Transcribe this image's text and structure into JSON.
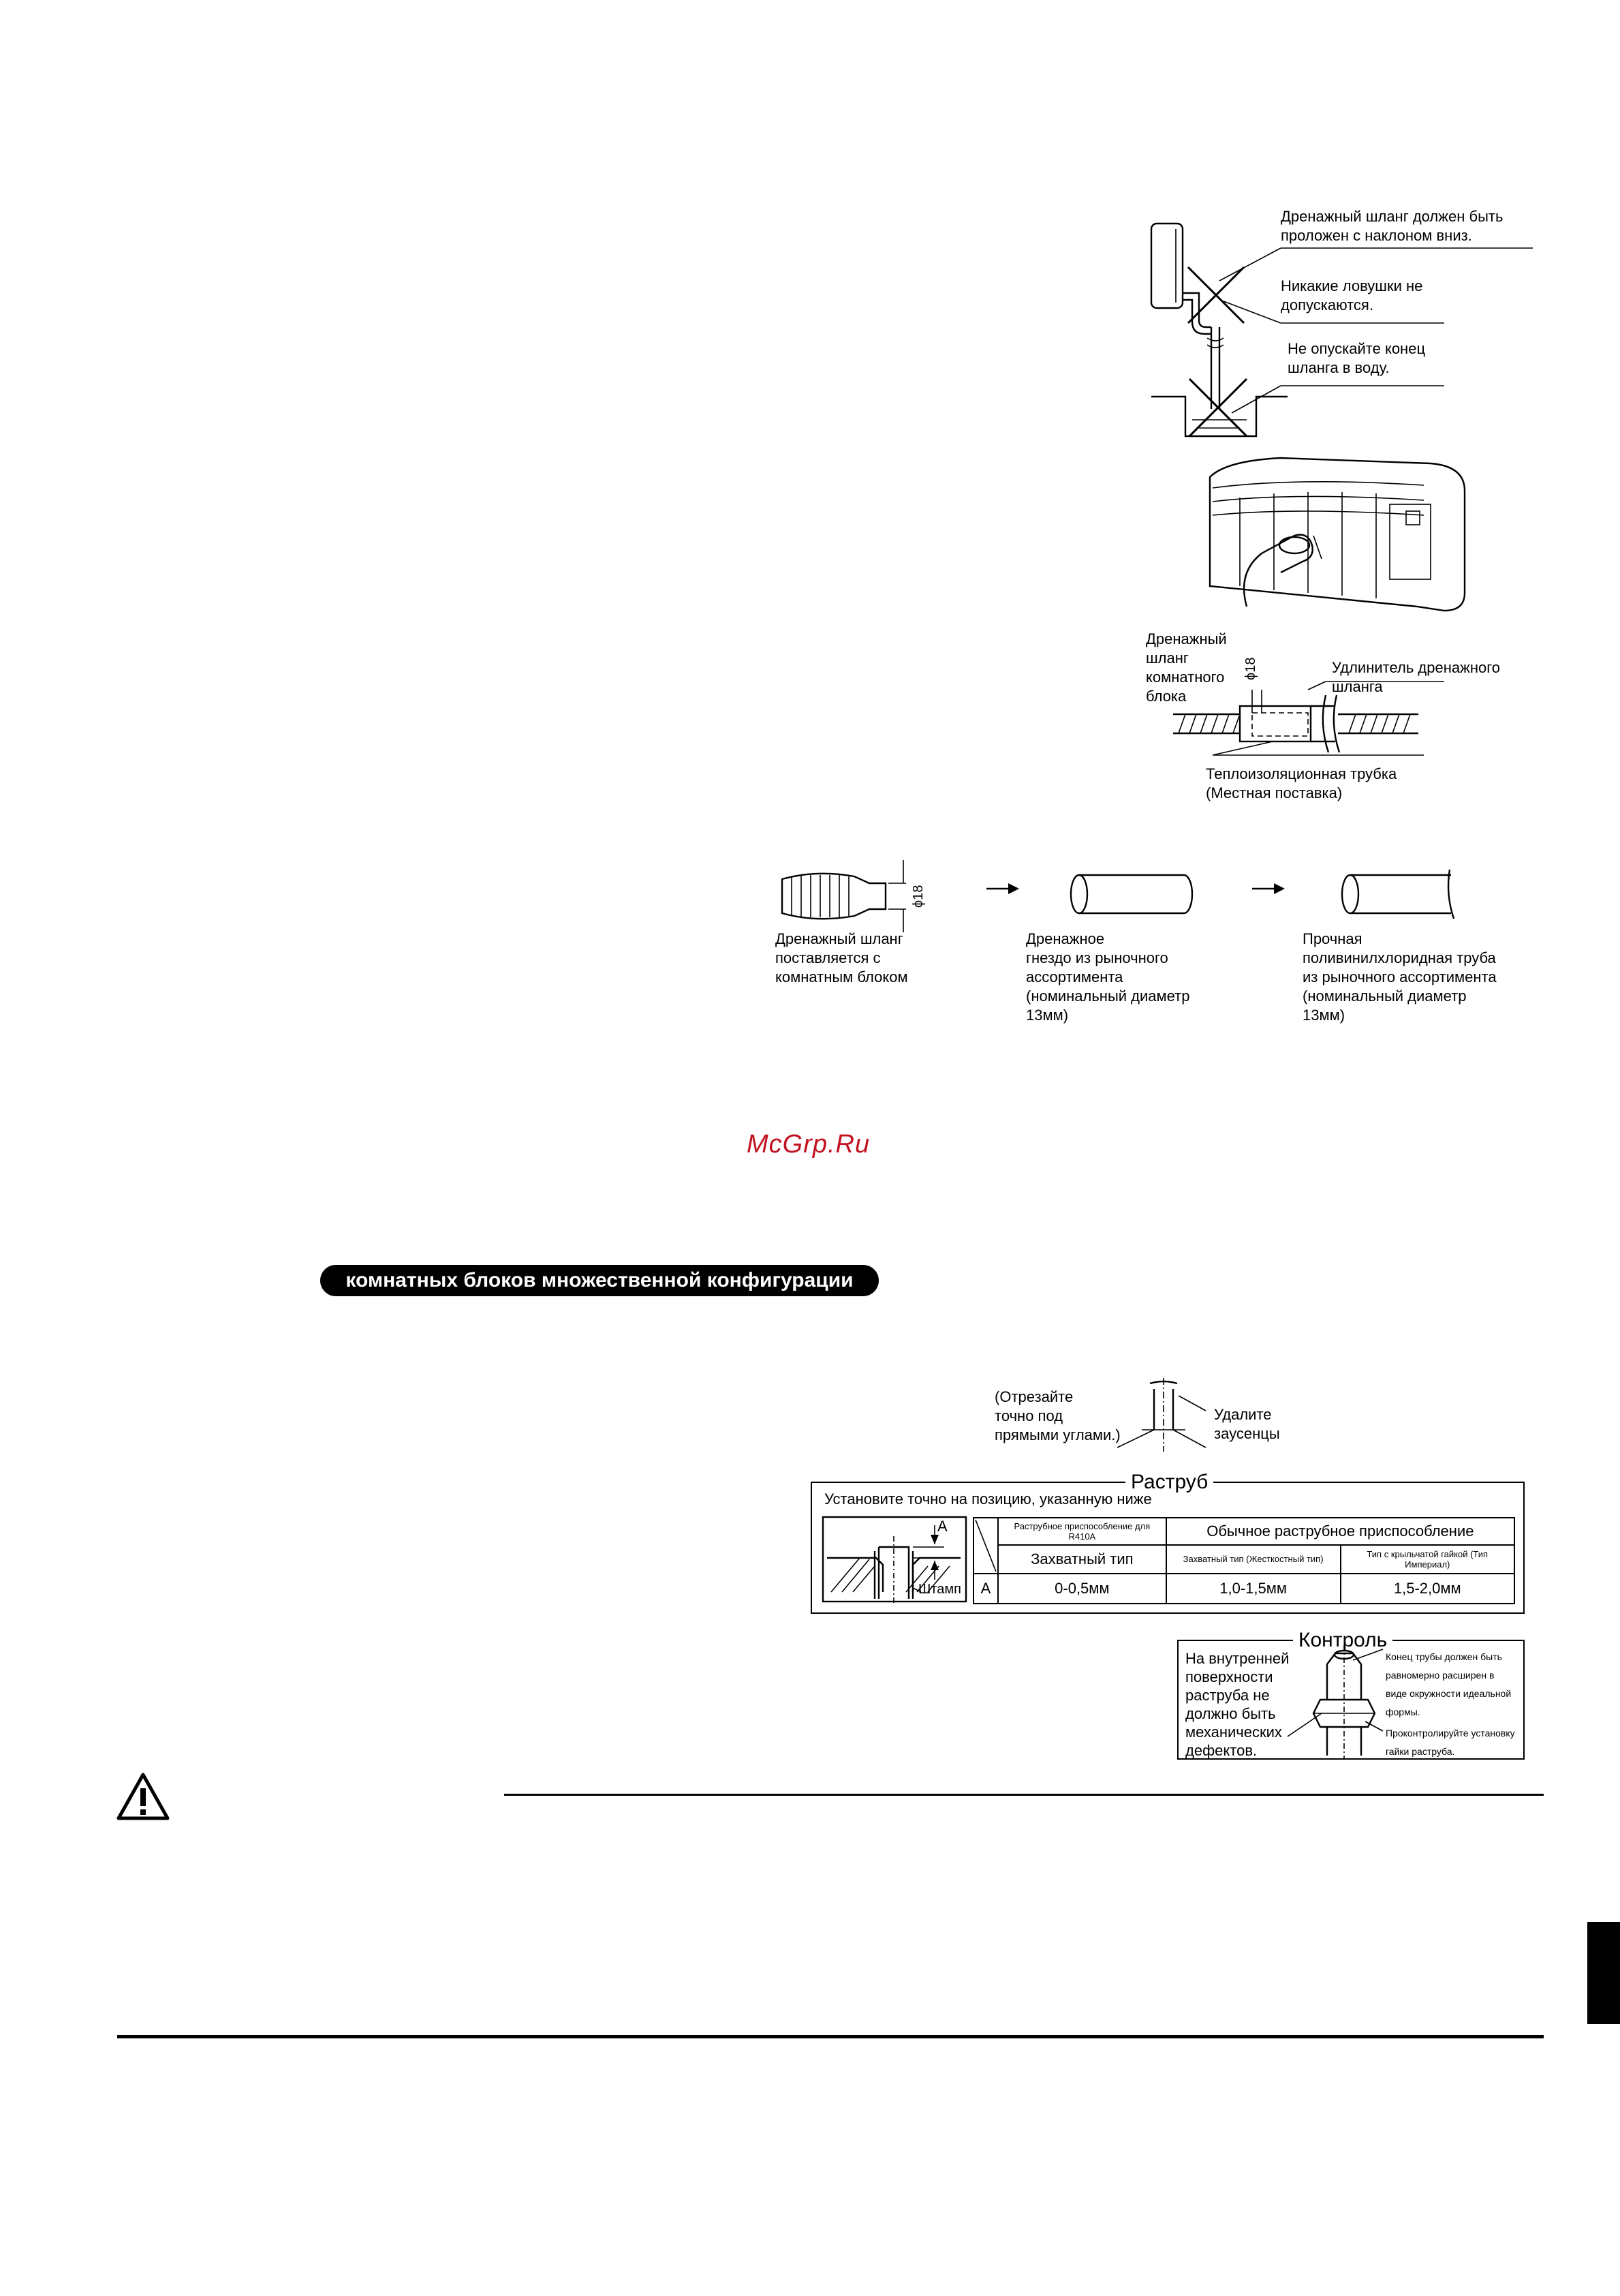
{
  "drain_slope": {
    "note_slope": "Дренажный шланг должен быть\nпроложен с наклоном вниз.",
    "note_traps": "Никакие ловушки не\nдопускаются.",
    "note_water": "Не опускайте конец\nшланга в воду."
  },
  "drain_connection": {
    "indoor_hose": "Дренажный\nшланг\nкомнатного\nблока",
    "diameter_label": "ϕ18",
    "extension": "Удлинитель дренажного\nшланга",
    "insulation": "Теплоизоляционная трубка\n(Местная поставка)"
  },
  "drain_parts": {
    "diameter_label": "ϕ18",
    "supplied_hose": "Дренажный шланг\nпоставляется с\nкомнатным блоком",
    "socket": "Дренажное\nгнездо из рыночного\nассортимента\n(номинальный диаметр\n13мм)",
    "pvc_pipe": "Прочная\nполивинилхлоридная труба\nиз рыночного ассортимента\n(номинальный диаметр\n13мм)"
  },
  "watermark": "McGrp.Ru",
  "section_header": "комнатных блоков множественной конфигурации",
  "pipe_cut": {
    "cut_note": "(Отрезайте\nточно под\nпрямыми углами.)",
    "burrs_note": "Удалите\nзаусенцы"
  },
  "flare": {
    "title": "Раструб",
    "instruction": "Установите точно на позицию, указанную ниже",
    "dim_a": "A",
    "die_label": "Штамп",
    "col_r410a": "Раструбное приспособление для R410A",
    "col_conventional": "Обычное раструбное приспособление",
    "sub_clutch_r410a": "Захватный тип",
    "sub_clutch_rigid": "Захватный тип (Жесткостный тип)",
    "sub_wingnut": "Тип с крыльчатой гайкой (Тип Империал)",
    "row_label": "A",
    "val_r410a": "0-0,5мм",
    "val_rigid": "1,0-1,5мм",
    "val_imperial": "1,5-2,0мм"
  },
  "check": {
    "title": "Контроль",
    "inner_surface": "На внутренней\nповерхности\nраструба не\nдолжно быть\nмеханических\nдефектов.",
    "flare_even": "Конец трубы должен быть\nравномерно расширен в\nвиде окружности идеальной\nформы.",
    "nut_check": "Проконтролируйте установку\nгайки раструба."
  }
}
